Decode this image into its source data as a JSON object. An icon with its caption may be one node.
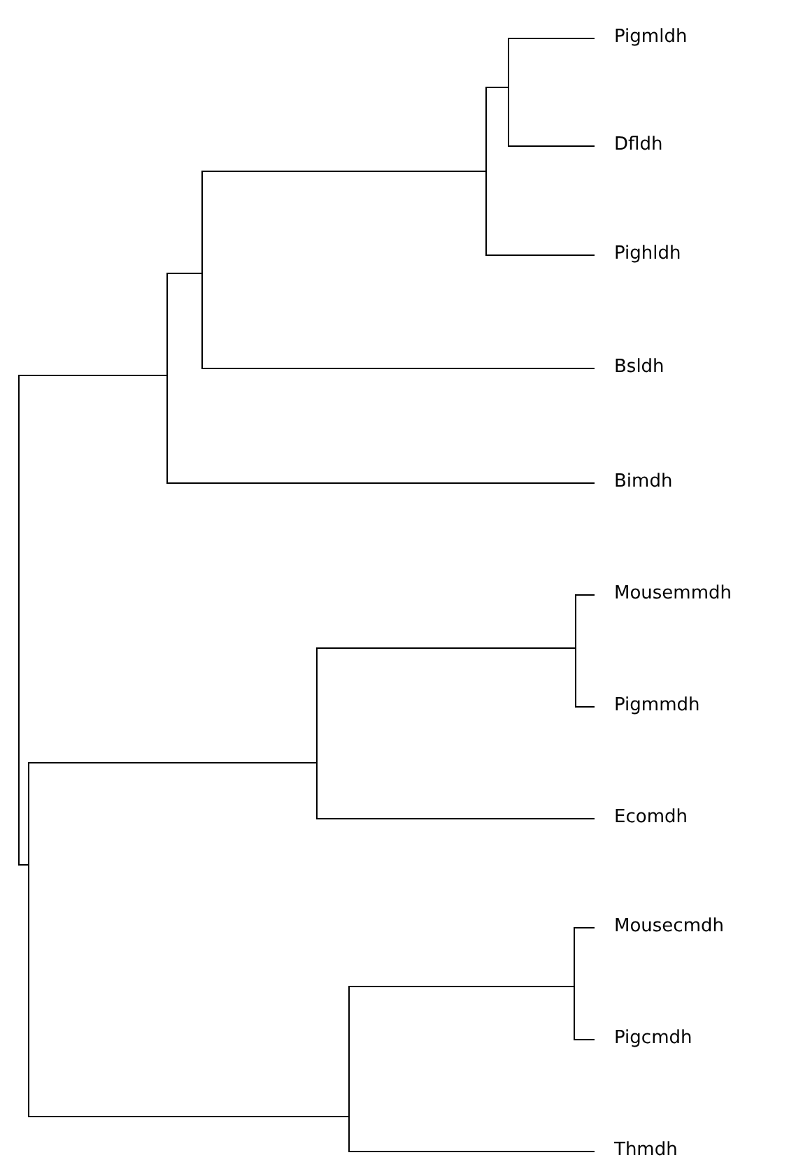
{
  "diagram": {
    "nodes": [
      {
        "text": [],
        "shape": "bar"
      },
      {
        "text": [],
        "shape": "bar"
      },
      {
        "text": [],
        "shape": "bar"
      },
      {
        "text": [],
        "shape": "bar"
      },
      {
        "text": [],
        "shape": "bar"
      },
      {
        "text": [
          "Pigmldh"
        ]
      },
      {
        "text": [
          "Dfldh"
        ]
      },
      {
        "text": [
          "Pighldh"
        ]
      },
      {
        "text": [
          "Bsldh"
        ]
      },
      {
        "text": [
          "Bimdh"
        ]
      },
      {
        "text": [],
        "shape": "bar"
      },
      {
        "text": [],
        "shape": "bar"
      },
      {
        "text": [],
        "shape": "bar"
      },
      {
        "text": [
          "Mousemmdh"
        ]
      },
      {
        "text": [
          "Pigmmdh"
        ]
      },
      {
        "text": [
          "Ecomdh"
        ]
      },
      {
        "text": [],
        "shape": "bar"
      },
      {
        "text": [],
        "shape": "bar"
      },
      {
        "text": [
          "Mousecmdh"
        ]
      },
      {
        "text": [
          "Pigcmdh"
        ]
      },
      {
        "text": [
          "Thmdh"
        ]
      }
    ],
    "edges": [
      {
        "from": 0,
        "to": 1,
        "arrow": "none"
      },
      {
        "from": 0,
        "to": 10,
        "arrow": "none"
      },
      {
        "from": 1,
        "to": 2,
        "arrow": "none"
      },
      {
        "from": 1,
        "to": 9,
        "arrow": "none"
      },
      {
        "from": 2,
        "to": 3,
        "arrow": "none"
      },
      {
        "from": 2,
        "to": 8,
        "arrow": "none"
      },
      {
        "from": 3,
        "to": 4,
        "arrow": "none"
      },
      {
        "from": 3,
        "to": 7,
        "arrow": "none"
      },
      {
        "from": 4,
        "to": 5,
        "arrow": "none"
      },
      {
        "from": 4,
        "to": 6,
        "arrow": "none"
      },
      {
        "from": 10,
        "to": 11,
        "arrow": "none"
      },
      {
        "from": 10,
        "to": 16,
        "arrow": "none"
      },
      {
        "from": 11,
        "to": 12,
        "arrow": "none"
      },
      {
        "from": 11,
        "to": 15,
        "arrow": "none"
      },
      {
        "from": 12,
        "to": 13,
        "arrow": "none"
      },
      {
        "from": 12,
        "to": 14,
        "arrow": "none"
      },
      {
        "from": 16,
        "to": 17,
        "arrow": "none"
      },
      {
        "from": 16,
        "to": 20,
        "arrow": "none"
      },
      {
        "from": 17,
        "to": 18,
        "arrow": "none"
      },
      {
        "from": 17,
        "to": 19,
        "arrow": "none"
      }
    ]
  }
}
